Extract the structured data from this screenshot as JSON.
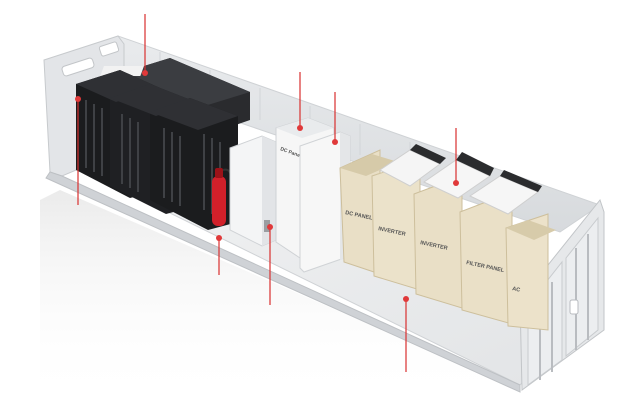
{
  "colors": {
    "container": "#e8eaec",
    "container_dark": "#c9ccd0",
    "container_edge": "#f6f7f8",
    "rack": "#1b1c1e",
    "rack_slot": "#3a3c40",
    "cabinet_beige": "#e9dfc6",
    "cabinet_beige_dark": "#d6caa9",
    "cabinet_lid": "#f4f4f4",
    "cabinet_lid_dark": "#2b2c2e",
    "extinguisher": "#d1202a",
    "callout_line": "#d9302f",
    "callout_dot": "#e0393a"
  },
  "cabinet_labels": {
    "dc_panel": "DC PANEL",
    "inverter_1": "INVERTER",
    "inverter_2": "INVERTER",
    "filter_panel": "FILTER PANEL",
    "ac": "AC",
    "dc_small": "DC Panel"
  },
  "icons": {
    "callout": "callout-marker-icon",
    "extinguisher": "fire-extinguisher-icon"
  }
}
